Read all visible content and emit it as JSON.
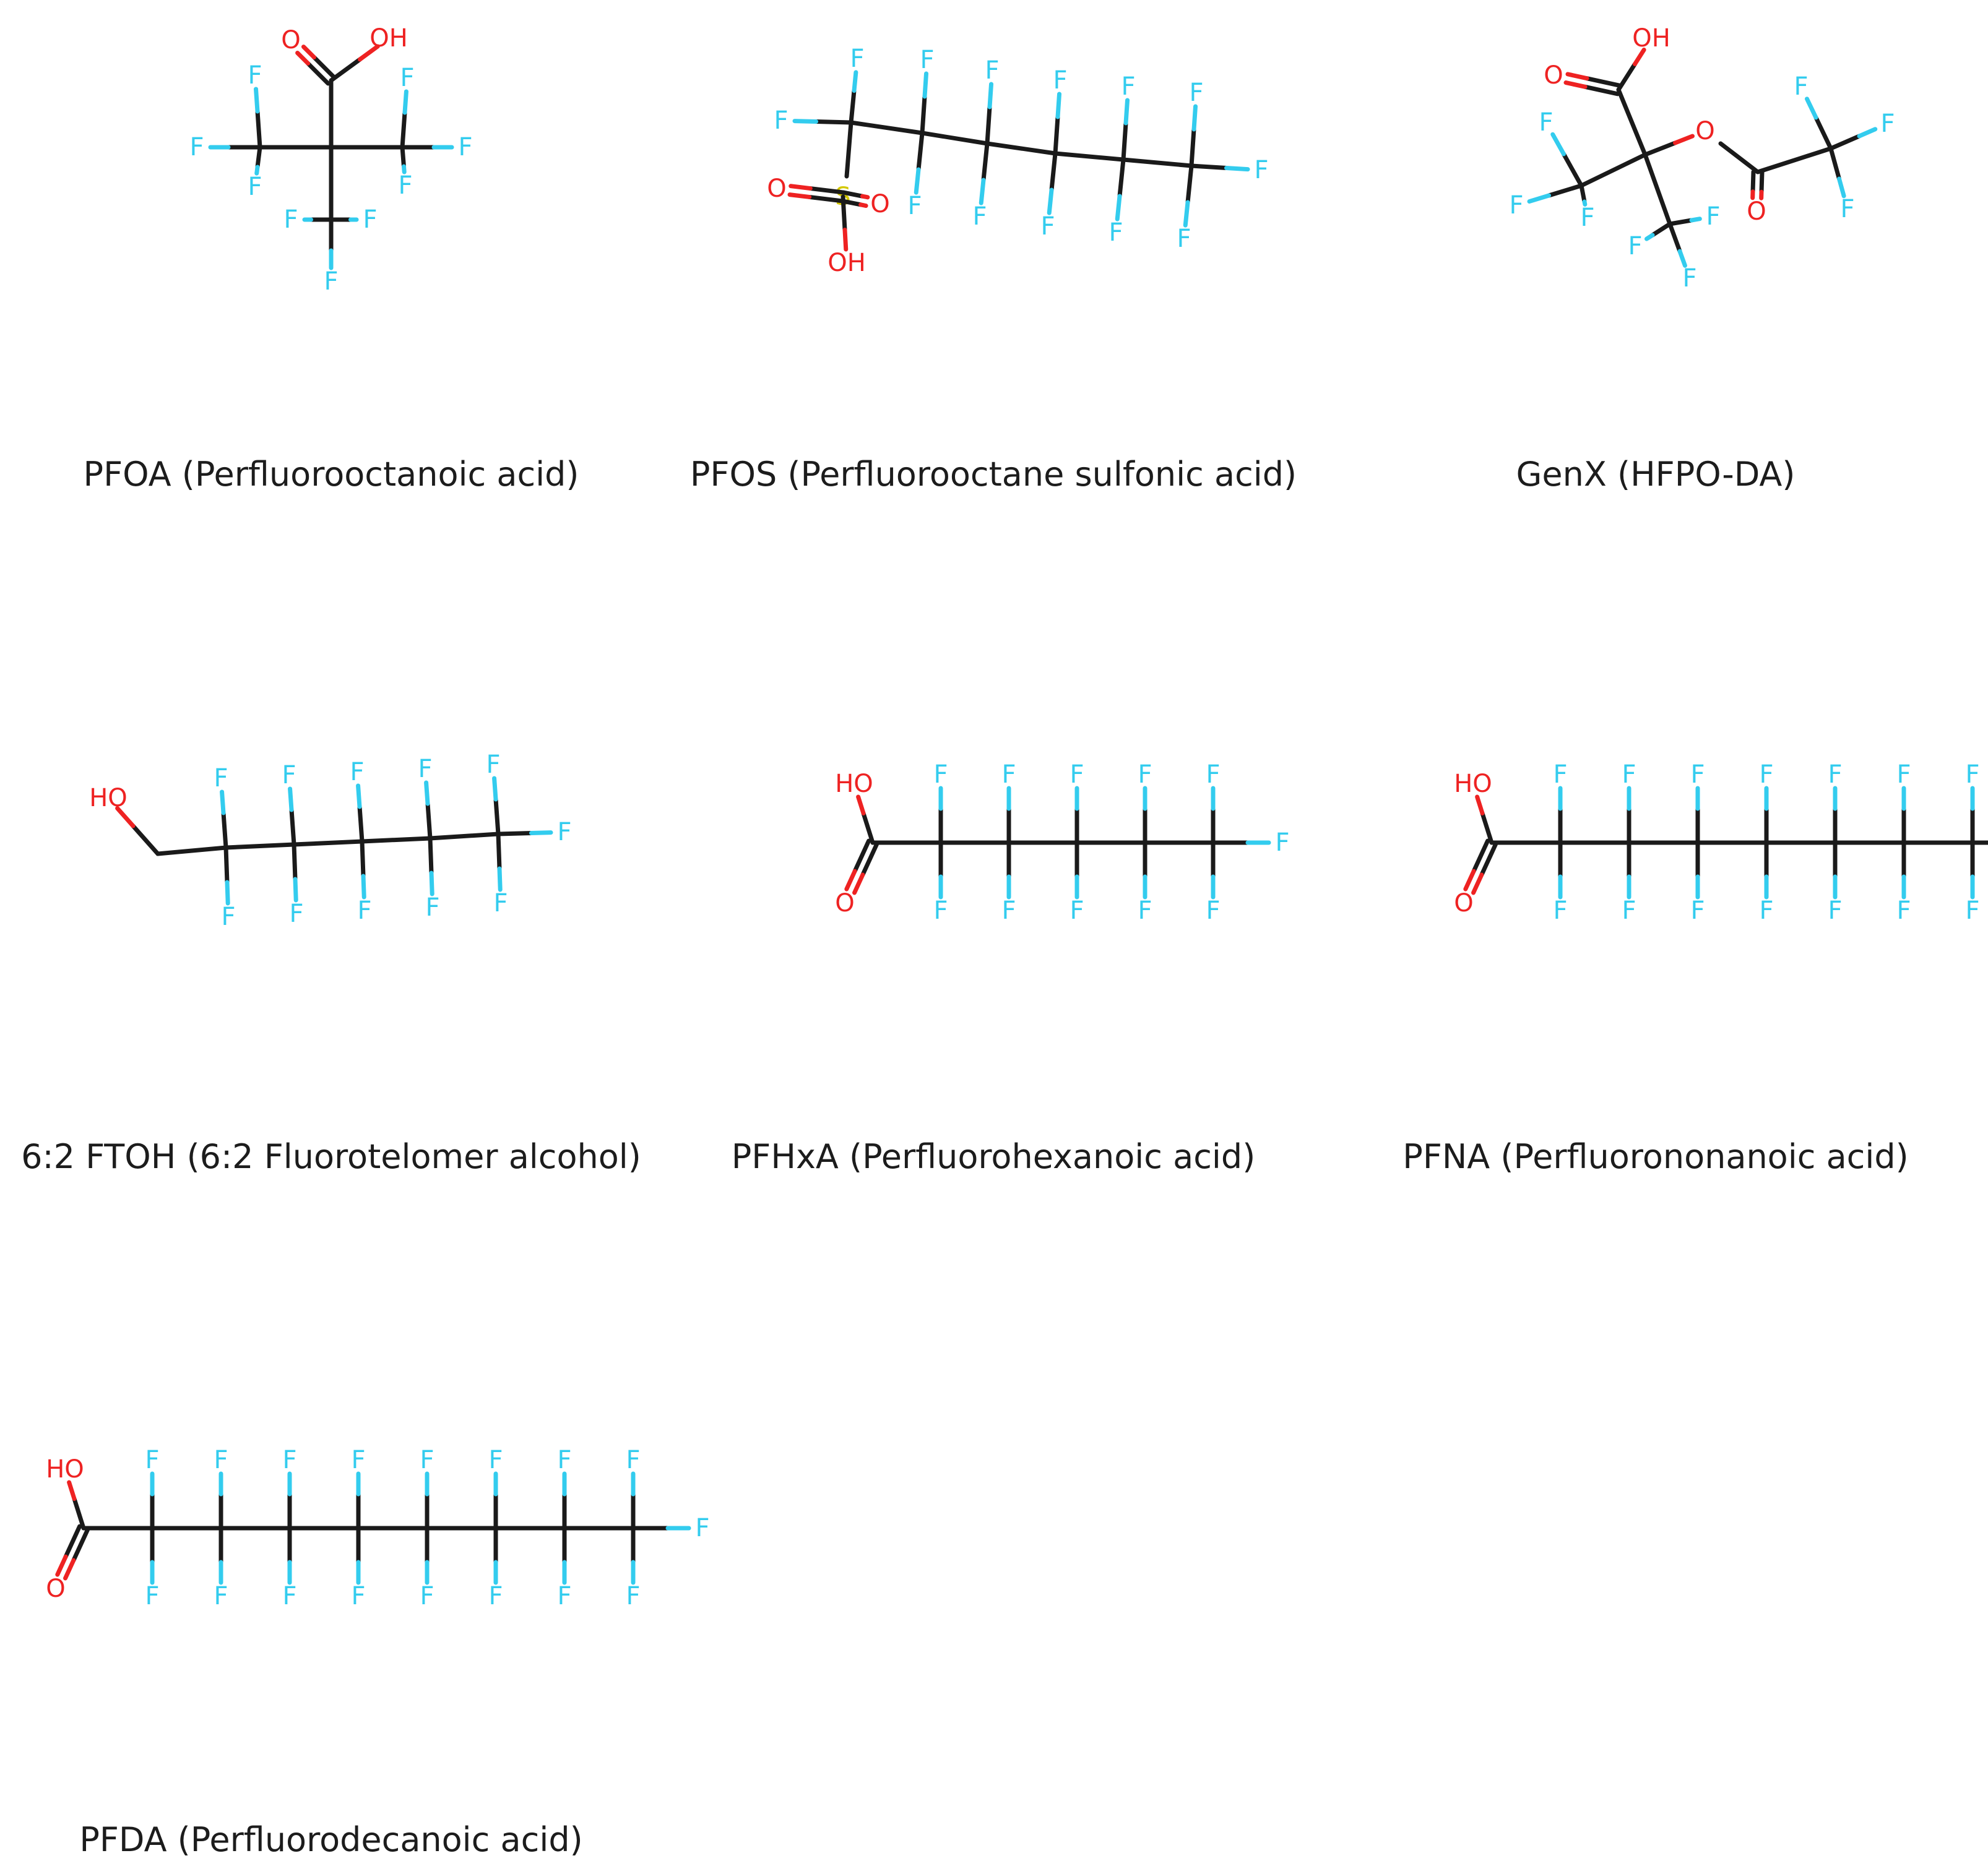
{
  "colors": {
    "bond": "#1a1a1a",
    "fluorine": "#33ccee",
    "oxygen": "#ee2222",
    "sulfur": "#d4c800",
    "caption": "#1c1c1c"
  },
  "atom_labels": {
    "F": "F",
    "O": "O",
    "OH": "OH",
    "HO": "HO",
    "S": "S"
  },
  "molecules": [
    {
      "id": "pfoa",
      "caption": "PFOA (Perfluorooctanoic acid)"
    },
    {
      "id": "pfos",
      "caption": "PFOS (Perfluorooctane sulfonic acid)"
    },
    {
      "id": "genx",
      "caption": "GenX (HFPO-DA)"
    },
    {
      "id": "ftoh",
      "caption": "6:2 FTOH (6:2 Fluorotelomer alcohol)"
    },
    {
      "id": "pfhxa",
      "caption": "PFHxA (Perfluorohexanoic acid)"
    },
    {
      "id": "pfna",
      "caption": "PFNA (Perfluorononanoic acid)"
    },
    {
      "id": "pfda",
      "caption": "PFDA (Perfluorodecanoic acid)"
    }
  ]
}
